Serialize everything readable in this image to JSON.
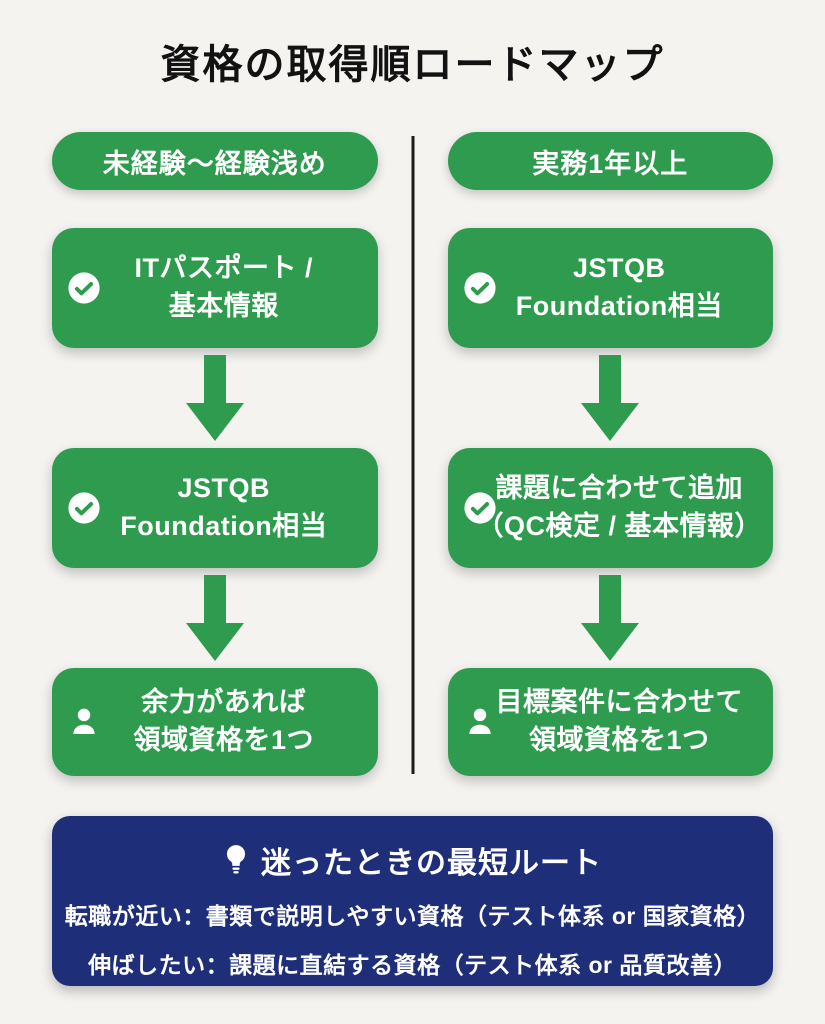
{
  "page": {
    "title": "資格の取得順ロードマップ"
  },
  "colors": {
    "background": "#f4f3f0",
    "green": "#2e9b4e",
    "navy": "#1f2e78",
    "text": "#121212",
    "box_text": "#ffffff"
  },
  "columns": [
    {
      "header": "未経験〜経験浅め",
      "steps": [
        {
          "icon": "check-circle-icon",
          "lines": [
            "ITパスポート /",
            "基本情報"
          ]
        },
        {
          "icon": "check-circle-icon",
          "lines": [
            "JSTQB",
            "Foundation相当"
          ]
        },
        {
          "icon": "person-icon",
          "lines": [
            "余力があれば",
            "領域資格を1つ"
          ]
        }
      ]
    },
    {
      "header": "実務1年以上",
      "steps": [
        {
          "icon": "check-circle-icon",
          "lines": [
            "JSTQB",
            "Foundation相当"
          ]
        },
        {
          "icon": "check-circle-icon",
          "lines": [
            "課題に合わせて追加",
            "（QC検定 / 基本情報）"
          ]
        },
        {
          "icon": "person-icon",
          "lines": [
            "目標案件に合わせて",
            "領域資格を1つ"
          ]
        }
      ]
    }
  ],
  "footer": {
    "icon": "lightbulb-icon",
    "title": "迷ったときの最短ルート",
    "lines": [
      "転職が近い：書類で説明しやすい資格（テスト体系 or 国家資格）",
      "伸ばしたい：課題に直結する資格（テスト体系 or 品質改善）"
    ]
  }
}
